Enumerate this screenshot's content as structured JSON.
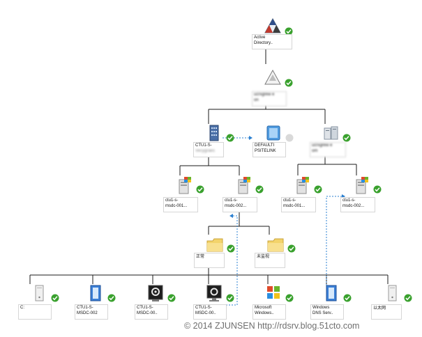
{
  "nodes": {
    "ad": {
      "line1": "Active",
      "line2": "Directory.."
    },
    "forest": {
      "line1": "ucrxgrew e",
      "line2": "on"
    },
    "site1": {
      "line1": "CTU1-S-",
      "line2": "Vecygraes"
    },
    "sitelink": {
      "line1": "DEFAULTI",
      "line2": "PSITELINK"
    },
    "site2": {
      "line1": "ucrxgrew e",
      "line2": "om"
    },
    "dc1": {
      "line1": "ctu1-s-",
      "line2": "msdc-001..."
    },
    "dc2": {
      "line1": "ctu1-s-",
      "line2": "msdc-002..."
    },
    "dc3": {
      "line1": "ctu1-s-",
      "line2": "msdc-001..."
    },
    "dc4": {
      "line1": "ctu1-s-",
      "line2": "msdc-002..."
    },
    "folder_normal": {
      "line1": "正常",
      "line2": ""
    },
    "folder_unmon": {
      "line1": "未监视",
      "line2": ""
    },
    "disk_c": {
      "line1": "C:",
      "line2": ""
    },
    "msdc002": {
      "line1": "CTU1-S-",
      "line2": "MSDC-002"
    },
    "svc1": {
      "line1": "CTU1-S-",
      "line2": "MSDC-00.."
    },
    "svc2": {
      "line1": "CTU1-S-",
      "line2": "MSDC-00.."
    },
    "mswin": {
      "line1": "Microsoft",
      "line2": "Windows.."
    },
    "dns": {
      "line1": "Windows",
      "line2": "DNS Serv.."
    },
    "ethernet": {
      "line1": "以太网",
      "line2": ""
    }
  },
  "watermark": "© 2014 ZJUNSEN http://rdsrv.blog.51cto.com",
  "colors": {
    "check_green": "#3aa12e",
    "line": "#1a1a1a",
    "dashed": "#2a7fd0"
  }
}
